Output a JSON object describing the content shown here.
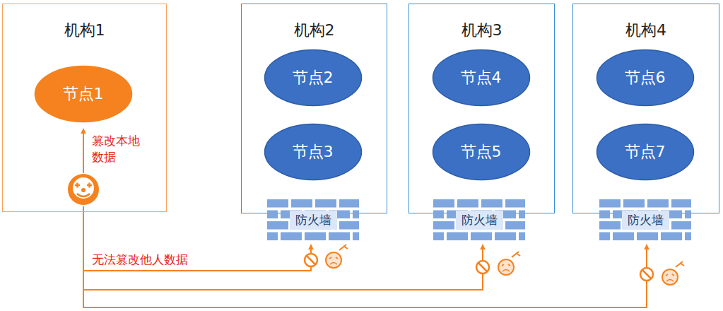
{
  "diagram": {
    "nodes": [
      {
        "text": [
          "机构1"
        ]
      },
      {
        "text": [
          "节点1"
        ],
        "in": 0
      },
      {
        "text": [
          "机构2"
        ]
      },
      {
        "text": [
          "节点2"
        ],
        "in": 2
      },
      {
        "text": [
          "节点3"
        ],
        "in": 2
      },
      {
        "text": [
          "机构3"
        ]
      },
      {
        "text": [
          "节点4"
        ],
        "in": 5
      },
      {
        "text": [
          "节点5"
        ],
        "in": 5
      },
      {
        "text": [
          "机构4"
        ]
      },
      {
        "text": [
          "节点6"
        ],
        "in": 8
      },
      {
        "text": [
          "节点7"
        ],
        "in": 8
      },
      {
        "text": [
          "防火墙"
        ]
      },
      {
        "text": [
          "防火墙"
        ]
      },
      {
        "text": [
          "防火墙"
        ]
      }
    ],
    "labels": [
      "篡改本地 数据",
      "无法篡改他人数据"
    ]
  }
}
